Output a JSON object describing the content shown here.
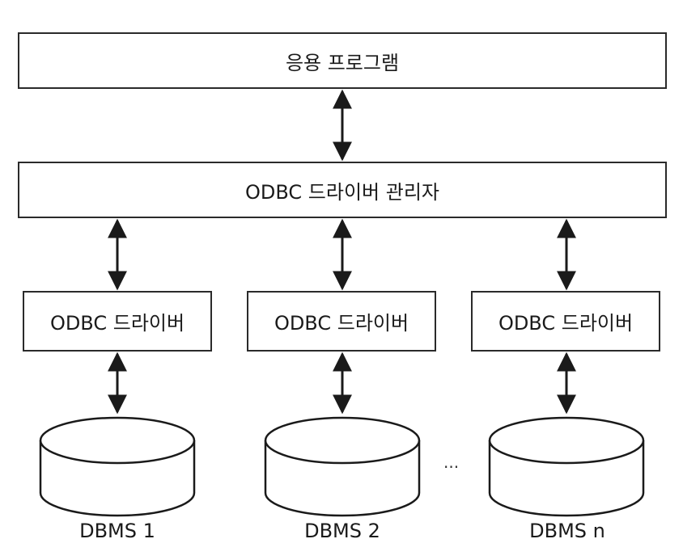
{
  "diagram": {
    "application": "응용 프로그램",
    "driver_manager": "ODBC 드라이버 관리자",
    "drivers": [
      "ODBC 드라이버",
      "ODBC 드라이버",
      "ODBC 드라이버"
    ],
    "databases": [
      "DBMS 1",
      "DBMS 2",
      "DBMS n"
    ],
    "ellipsis": "..."
  }
}
